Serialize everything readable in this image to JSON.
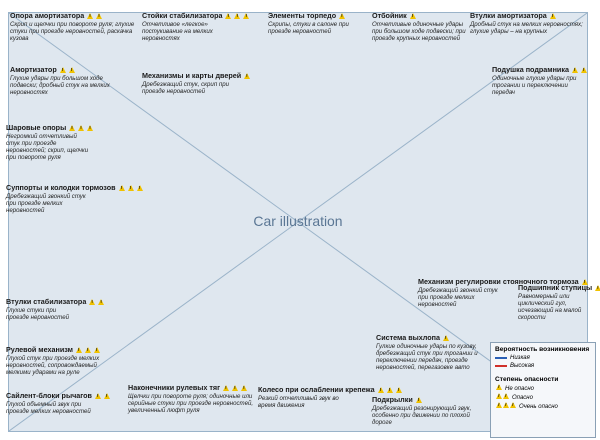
{
  "image_placeholder": "Car illustration",
  "labels": [
    {
      "id": "strut-mount",
      "title": "Опора амортизатора",
      "warn": 2,
      "desc": "Скрип и щелчки при повороте руля; глухие стуки при проезде неровностей, раскачка кузова"
    },
    {
      "id": "stabilizer-links",
      "title": "Стойки стабилизатора",
      "warn": 3,
      "desc": "Отчетливое «легкое» постукивание на мелких неровностях"
    },
    {
      "id": "torpedo",
      "title": "Элементы торпедо",
      "warn": 1,
      "desc": "Скрипы, стуки в салоне при проезде неровностей"
    },
    {
      "id": "bump-stop",
      "title": "Отбойник",
      "warn": 1,
      "desc": "Отчетливые одиночные удары при большом ходе подвески; при проезде крупных неровностей"
    },
    {
      "id": "shock-bushings",
      "title": "Втулки амортизатора",
      "warn": 1,
      "desc": "Дробный стук на мелких неровностях; глухие удары – на крупных"
    },
    {
      "id": "shock-absorber",
      "title": "Амортизатор",
      "warn": 2,
      "desc": "Глухие удары при большом ходе подвески; дробный стук на мелких неровностях"
    },
    {
      "id": "door-mechanisms",
      "title": "Механизмы и карты дверей",
      "warn": 1,
      "desc": "Дребезжащий стук, скрип при проезде неровностей"
    },
    {
      "id": "subframe-cushion",
      "title": "Подушка подрамника",
      "warn": 2,
      "desc": "Одиночные глухие удары при трогании и переключении передач"
    },
    {
      "id": "ball-joints",
      "title": "Шаровые опоры",
      "warn": 3,
      "desc": "Негромкий отчетливый стук при проезде неровностей; скрип, щелчки при повороте руля"
    },
    {
      "id": "supports",
      "title": "Суппорты и колодки тормозов",
      "warn": 3,
      "desc": "Дребезжащий звонкий стук при проезде мелких неровностей"
    },
    {
      "id": "hub-bearing",
      "title": "Подшипник ступицы",
      "warn": 3,
      "desc": "Равномерный или циклический гул, исчезающий на малой скорости"
    },
    {
      "id": "brake-mechanism",
      "title": "Механизм регулировки стояночного тормоза",
      "warn": 1,
      "desc": "Дребезжащий звонкий стук при проезде мелких неровностей"
    },
    {
      "id": "stabilizer-bushings",
      "title": "Втулки стабилизатора",
      "warn": 2,
      "desc": "Глухие стуки при проезде неровностей"
    },
    {
      "id": "steering",
      "title": "Рулевой механизм",
      "warn": 3,
      "desc": "Глухой стук при проезде мелких неровностей, сопровождаемый мелкими ударами на руле"
    },
    {
      "id": "exhaust",
      "title": "Система выхлопа",
      "warn": 1,
      "desc": "Гулкие одиночные удары по кузову, дребезжащий стук при трогании и переключении передач, проезде неровностей, перегазовке авто"
    },
    {
      "id": "arm-bushings",
      "title": "Сайлент-блоки рычагов",
      "warn": 2,
      "desc": "Глухой объемный звук при проезде мелких неровностей"
    },
    {
      "id": "tie-rod",
      "title": "Наконечники рулевых тяг",
      "warn": 3,
      "desc": "Щелчки при повороте руля; одиночные или серийные стуки при проезде неровностей, увеличенный люфт руля"
    },
    {
      "id": "loose-wheel",
      "title": "Колесо при ослаблении крепежа",
      "warn": 3,
      "desc": "Резкий отчетливый звук во время движения"
    },
    {
      "id": "mudguards",
      "title": "Подкрылки",
      "warn": 1,
      "desc": "Дребезжащий резонирующий звук, особенно при движении по плохой дороге"
    }
  ],
  "legend": {
    "prob_title": "Вероятность возникновения",
    "prob_items": [
      {
        "label": "Низкая",
        "color": "#2a5fb5"
      },
      {
        "label": "Высокая",
        "color": "#d0302a"
      }
    ],
    "danger_title": "Степень опасности",
    "danger_items": [
      {
        "label": "Не опасно",
        "count": 1
      },
      {
        "label": "Опасно",
        "count": 2
      },
      {
        "label": "Очень опасно",
        "count": 3
      }
    ]
  }
}
